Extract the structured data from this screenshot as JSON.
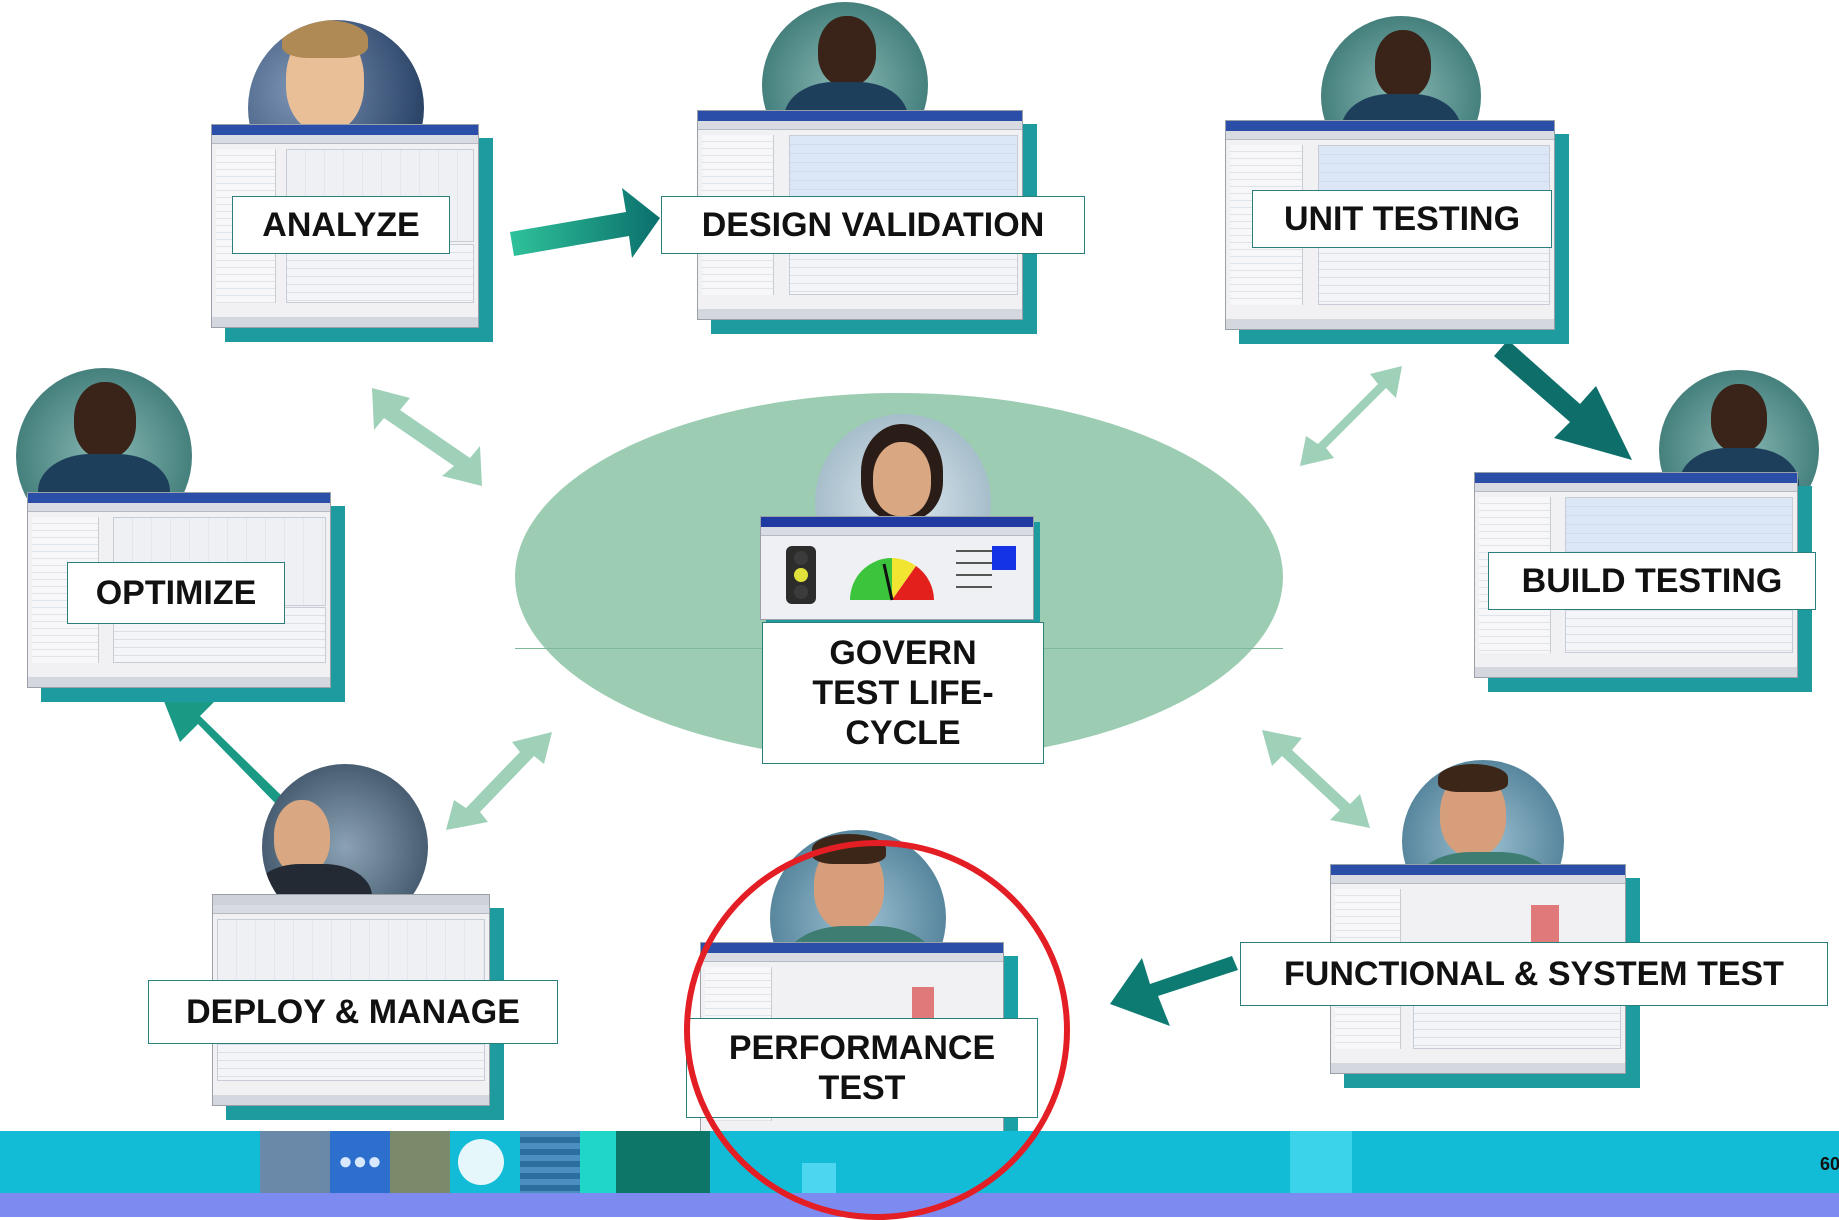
{
  "center": {
    "label": "GOVERN TEST LIFE-CYCLE",
    "label_lines": [
      "GOVERN",
      "TEST LIFE-",
      "CYCLE"
    ]
  },
  "stages": {
    "analyze": "ANALYZE",
    "design_validation": "DESIGN VALIDATION",
    "unit_testing": "UNIT TESTING",
    "build_testing": "BUILD TESTING",
    "functional_system_test": "FUNCTIONAL & SYSTEM TEST",
    "performance_test_lines": [
      "PERFORMANCE",
      "TEST"
    ],
    "deploy_manage": "DEPLOY & MANAGE",
    "optimize": "OPTIMIZE"
  },
  "footer": {
    "page_number": "60"
  },
  "colors": {
    "ellipse": "#9ccdb2",
    "arrow_dark": "#0e7b73",
    "arrow_light": "#9fd0b8",
    "card_shadow": "#1e9b9f",
    "highlight_ring": "#e31e24",
    "footer_cyan": "#12bcd6",
    "footer_blue": "#7d8bf0"
  }
}
